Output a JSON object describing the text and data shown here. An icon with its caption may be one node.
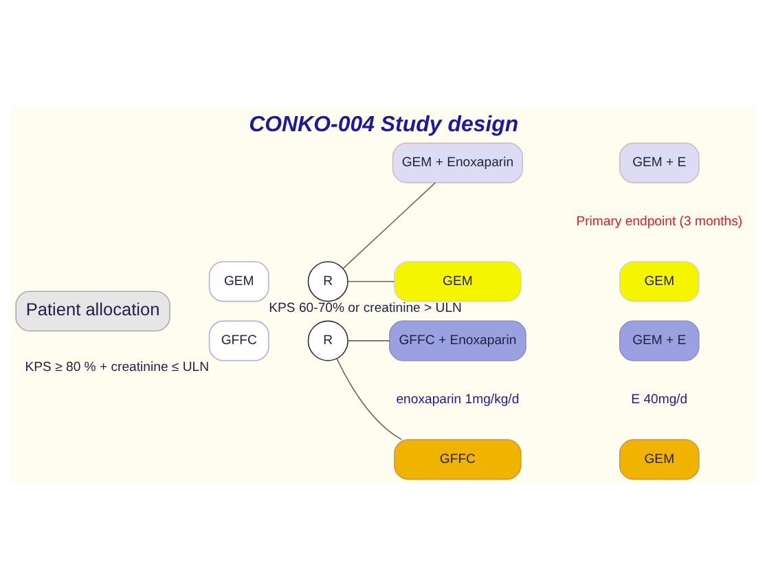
{
  "diagram": {
    "title": "CONKO-004 Study design",
    "nodes": [
      {
        "text": [
          "Patient allocation"
        ]
      },
      {
        "text": [
          "GEM"
        ],
        "beside": [
          "KPS 60-70% or creatinine > ULN"
        ]
      },
      {
        "text": [
          "R"
        ]
      },
      {
        "text": [
          "GFFC"
        ],
        "beside": [
          "KPS ≥ 80 % + creatinine ≤ ULN"
        ]
      },
      {
        "text": [
          "R"
        ]
      },
      {
        "text": [
          "GEM"
        ]
      },
      {
        "text": [
          "GEM + Enoxaparin"
        ]
      },
      {
        "text": [
          "GFFC"
        ]
      },
      {
        "text": [
          "GFFC + Enoxaparin"
        ]
      },
      {
        "text": [
          "GEM"
        ]
      },
      {
        "text": [
          "GEM + E"
        ]
      },
      {
        "text": [
          "GEM"
        ]
      },
      {
        "text": [
          "GEM + E"
        ]
      }
    ],
    "edges": [
      {
        "from": 2,
        "to": 5,
        "arrow": "none"
      },
      {
        "from": 2,
        "to": 6,
        "arrow": "none"
      },
      {
        "from": 4,
        "to": 7,
        "arrow": "none"
      },
      {
        "from": 4,
        "to": 8,
        "arrow": "none"
      }
    ],
    "labels": [
      "Primary endpoint (3 months)",
      "enoxaparin 1mg/kg/d",
      "E 40mg/d"
    ]
  }
}
